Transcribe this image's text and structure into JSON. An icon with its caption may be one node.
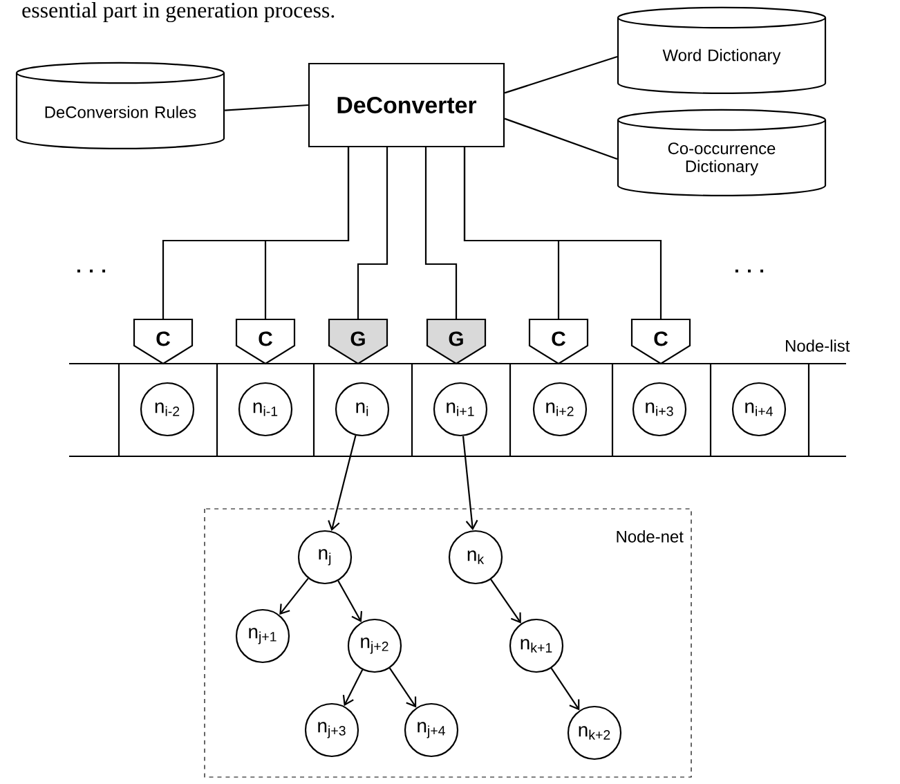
{
  "diagram": {
    "nodes": [
      {
        "text": [
          "DeConverter"
        ]
      },
      {
        "text": [
          "DeConversion Rules"
        ]
      },
      {
        "text": [
          "Word Dictionary"
        ]
      },
      {
        "text": [
          "Co-occurrence Dictionary"
        ]
      },
      {
        "text": [
          "C"
        ]
      },
      {
        "text": [
          "C"
        ]
      },
      {
        "text": [
          "G"
        ]
      },
      {
        "text": [
          "G"
        ]
      },
      {
        "text": [
          "C"
        ]
      },
      {
        "text": [
          "C"
        ]
      },
      {
        "text": [
          "Node-list"
        ]
      },
      {
        "text": [
          "n$_{i-2}$"
        ],
        "in": 10
      },
      {
        "text": [
          "n$_{i-1}$"
        ],
        "in": 10
      },
      {
        "text": [
          "n$_{i}$"
        ],
        "in": 10
      },
      {
        "text": [
          "n$_{i+1}$"
        ],
        "in": 10
      },
      {
        "text": [
          "n$_{i+2}$"
        ],
        "in": 10
      },
      {
        "text": [
          "n$_{i+3}$"
        ],
        "in": 10
      },
      {
        "text": [
          "n$_{i+4}$"
        ],
        "in": 10
      },
      {
        "text": [
          "Node-net"
        ]
      },
      {
        "text": [
          "n$_{j}$"
        ],
        "in": 18
      },
      {
        "text": [
          "n$_{k}$"
        ],
        "in": 18
      },
      {
        "text": [
          "n$_{j+1}$"
        ],
        "in": 18
      },
      {
        "text": [
          "n$_{j+2}$"
        ],
        "in": 18
      },
      {
        "text": [
          "n$_{k+1}$"
        ],
        "in": 18
      },
      {
        "text": [
          "n$_{j+3}$"
        ],
        "in": 18
      },
      {
        "text": [
          "n$_{j+4}$"
        ],
        "in": 18
      },
      {
        "text": [
          "n$_{k+2}$"
        ],
        "in": 18
      }
    ],
    "edges": [
      {
        "from": 1,
        "to": 0,
        "arrow": "none"
      },
      {
        "from": 0,
        "to": 2,
        "arrow": "none"
      },
      {
        "from": 0,
        "to": 3,
        "arrow": "none"
      },
      {
        "from": 0,
        "to": 4,
        "arrow": "none"
      },
      {
        "from": 0,
        "to": 5,
        "arrow": "none"
      },
      {
        "from": 0,
        "to": 6,
        "arrow": "none"
      },
      {
        "from": 0,
        "to": 7,
        "arrow": "none"
      },
      {
        "from": 0,
        "to": 8,
        "arrow": "none"
      },
      {
        "from": 0,
        "to": 9,
        "arrow": "none"
      },
      {
        "from": 13,
        "to": 19,
        "arrow": "to"
      },
      {
        "from": 14,
        "to": 20,
        "arrow": "to"
      },
      {
        "from": 19,
        "to": 21,
        "arrow": "to"
      },
      {
        "from": 19,
        "to": 22,
        "arrow": "to"
      },
      {
        "from": 22,
        "to": 24,
        "arrow": "to"
      },
      {
        "from": 22,
        "to": 25,
        "arrow": "to"
      },
      {
        "from": 20,
        "to": 23,
        "arrow": "to"
      },
      {
        "from": 23,
        "to": 26,
        "arrow": "to"
      }
    ],
    "labels": [
      "essential part in generation process.",
      ". . .",
      ". . ."
    ]
  }
}
